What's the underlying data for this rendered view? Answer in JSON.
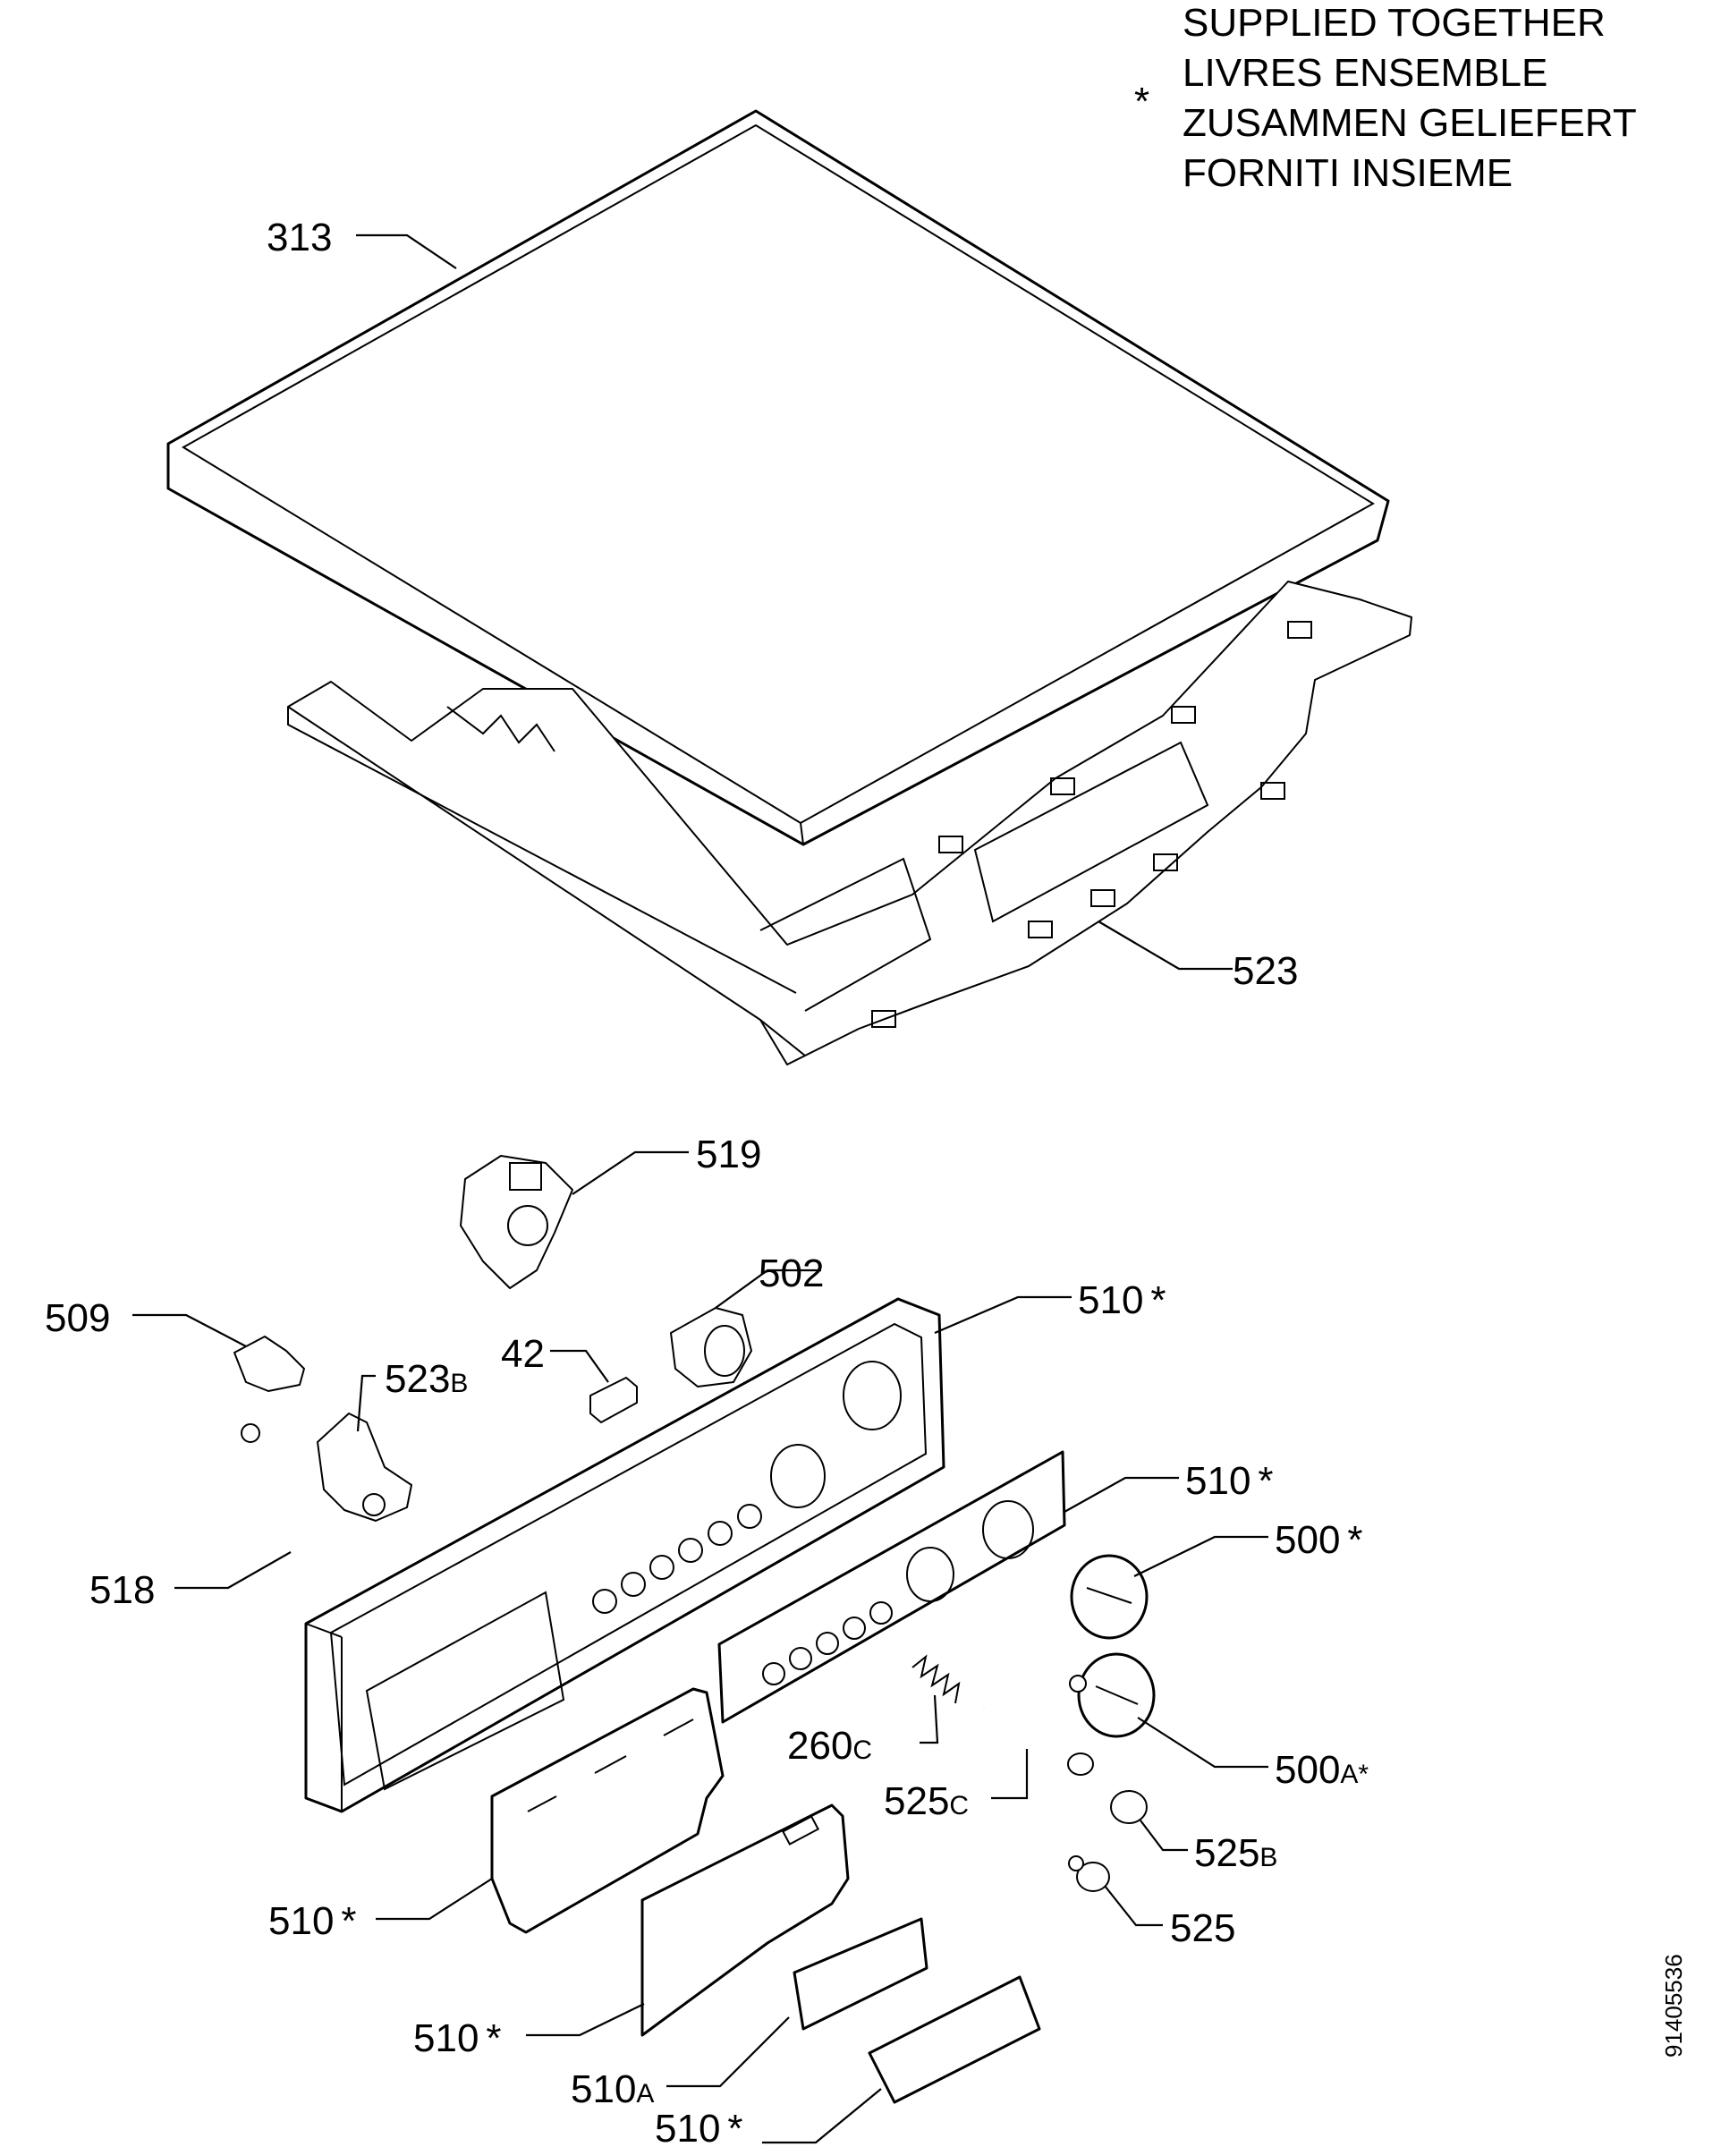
{
  "legend": {
    "symbol": "*",
    "lines": [
      "SUPPLIED TOGETHER",
      "LIVRES ENSEMBLE",
      "ZUSAMMEN GELIEFERT",
      "FORNITI INSIEME"
    ]
  },
  "document_number": "91405536",
  "part_labels": {
    "p313": {
      "num": "313",
      "suffix": ""
    },
    "p523": {
      "num": "523",
      "suffix": ""
    },
    "p519": {
      "num": "519",
      "suffix": ""
    },
    "p502": {
      "num": "502",
      "suffix": ""
    },
    "p510_a": {
      "num": "510",
      "suffix": "*"
    },
    "p509": {
      "num": "509",
      "suffix": ""
    },
    "p42": {
      "num": "42",
      "suffix": ""
    },
    "p523b": {
      "num": "523",
      "suffix": "B"
    },
    "p510_b": {
      "num": "510",
      "suffix": "*"
    },
    "p500": {
      "num": "500",
      "suffix": "*"
    },
    "p518": {
      "num": "518",
      "suffix": ""
    },
    "p260c": {
      "num": "260",
      "suffix": "C"
    },
    "p500a": {
      "num": "500",
      "suffix": "A*"
    },
    "p525c": {
      "num": "525",
      "suffix": "C"
    },
    "p525b": {
      "num": "525",
      "suffix": "B"
    },
    "p525": {
      "num": "525",
      "suffix": ""
    },
    "p510_c": {
      "num": "510",
      "suffix": "*"
    },
    "p510_d": {
      "num": "510",
      "suffix": "*"
    },
    "p510a": {
      "num": "510",
      "suffix": "A"
    },
    "p510_e": {
      "num": "510",
      "suffix": "*"
    }
  }
}
